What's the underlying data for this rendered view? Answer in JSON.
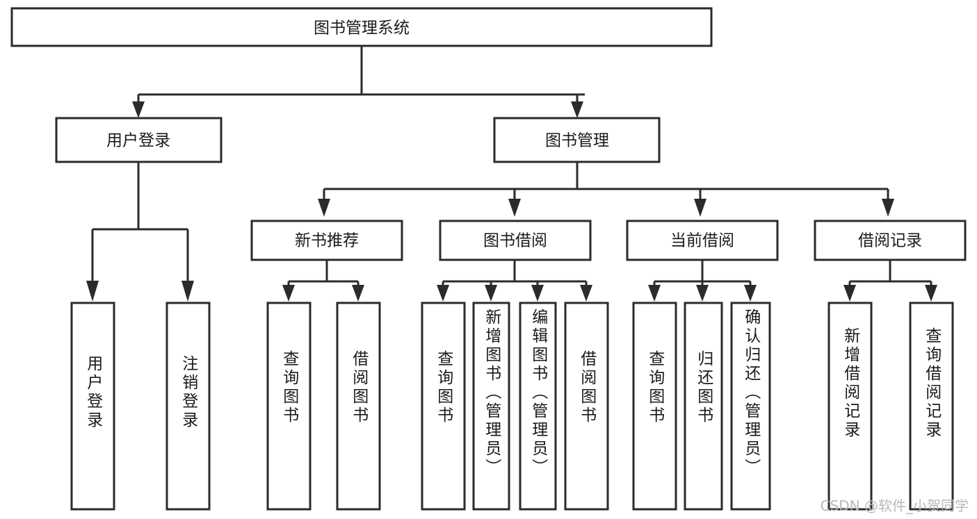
{
  "diagram": {
    "title": "图书管理系统",
    "type": "tree",
    "watermark": "CSDN @软件_小贺同学",
    "colors": {
      "background": "#ffffff",
      "box_fill": "#ffffff",
      "box_stroke": "#2b2b2b",
      "text": "#1a1a1a",
      "watermark": "#b9b9b9"
    },
    "root": {
      "label": "图书管理系统"
    },
    "level2": [
      {
        "label": "用户登录"
      },
      {
        "label": "图书管理"
      }
    ],
    "level3": [
      {
        "label": "新书推荐"
      },
      {
        "label": "图书借阅"
      },
      {
        "label": "当前借阅"
      },
      {
        "label": "借阅记录"
      }
    ],
    "leaves": [
      {
        "label": "用户登录",
        "parent": "用户登录"
      },
      {
        "label": "注销登录",
        "parent": "用户登录"
      },
      {
        "label": "查询图书",
        "parent": "新书推荐"
      },
      {
        "label": "借阅图书",
        "parent": "新书推荐"
      },
      {
        "label": "查询图书",
        "parent": "图书借阅"
      },
      {
        "label": "新增图书（管理员）",
        "parent": "图书借阅"
      },
      {
        "label": "编辑图书（管理员）",
        "parent": "图书借阅"
      },
      {
        "label": "借阅图书",
        "parent": "图书借阅"
      },
      {
        "label": "查询图书",
        "parent": "当前借阅"
      },
      {
        "label": "归还图书",
        "parent": "当前借阅"
      },
      {
        "label": "确认归还（管理员）",
        "parent": "当前借阅"
      },
      {
        "label": "新增借阅记录",
        "parent": "借阅记录"
      },
      {
        "label": "查询借阅记录",
        "parent": "借阅记录"
      }
    ]
  }
}
